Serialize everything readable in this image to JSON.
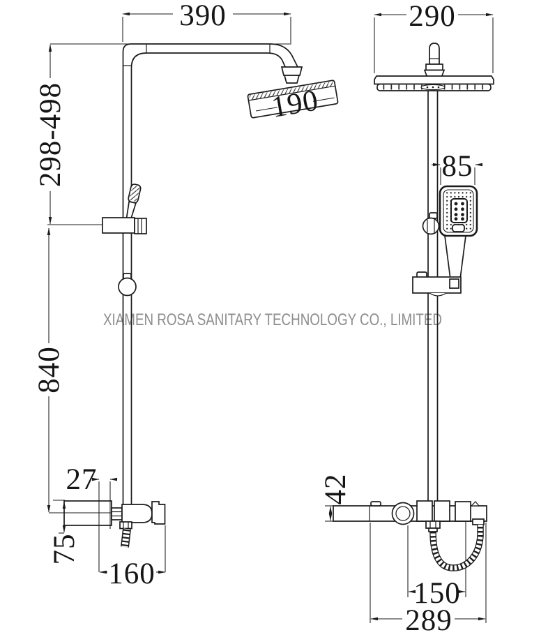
{
  "watermark": "XIAMEN ROSA SANITARY TECHNOLOGY CO., LIMITED",
  "dims": {
    "arm_reach": "390",
    "head_front_width": "290",
    "head_side_width": "190",
    "riser_adjust_range": "298-498",
    "handshower_width": "85",
    "riser_height": "840",
    "handle_offset": "27",
    "outlet_drop": "75",
    "valve_depth": "160",
    "bar_height": "42",
    "inlet_spacing": "150",
    "bar_width": "289"
  }
}
